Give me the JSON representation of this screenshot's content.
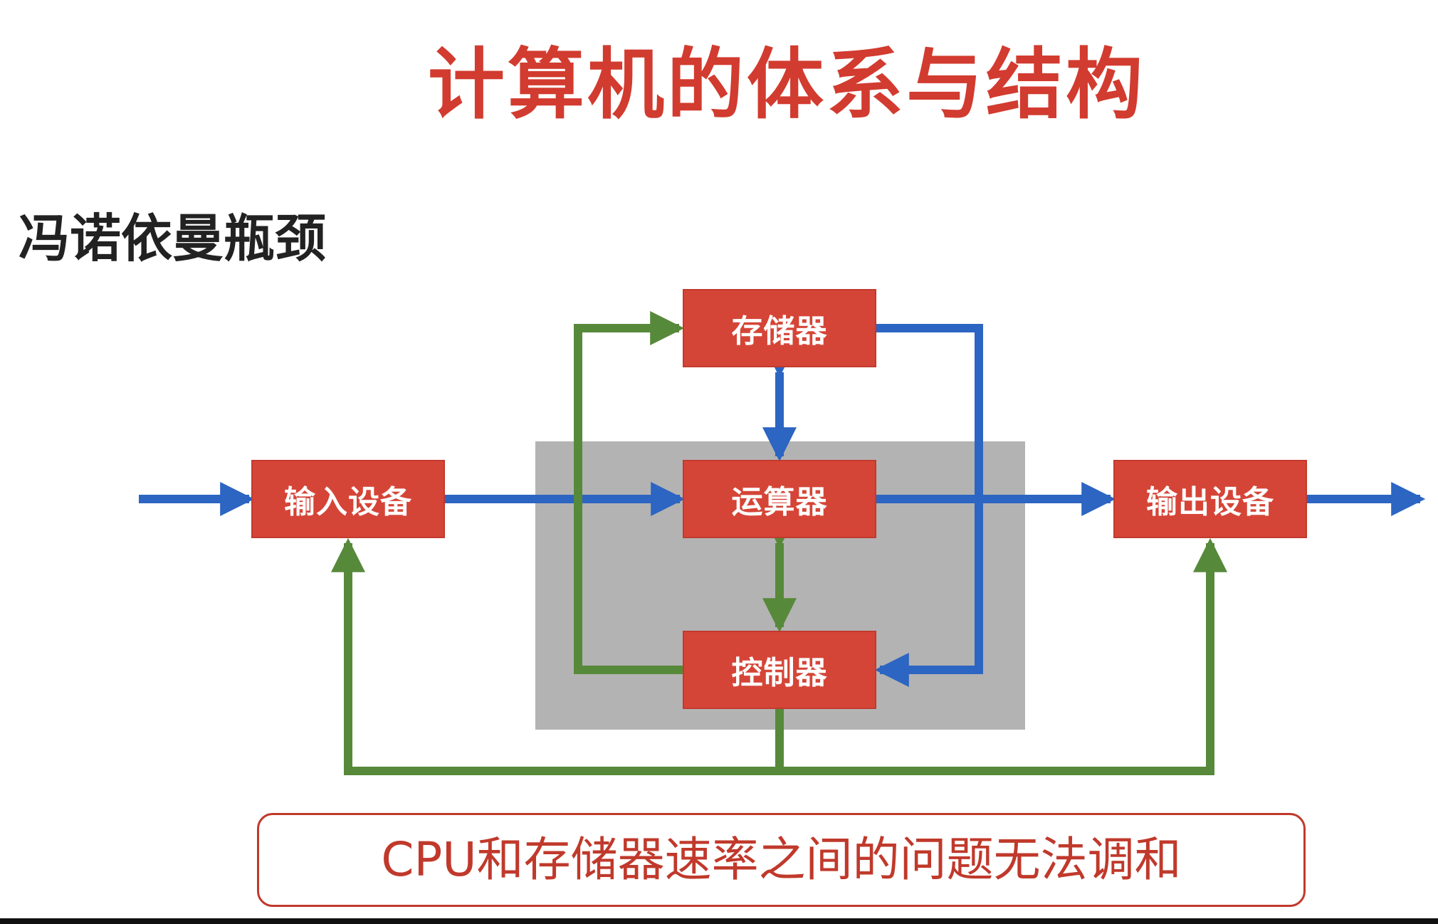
{
  "title": "计算机的体系与结构",
  "subtitle": "冯诺依曼瓶颈",
  "boxes": {
    "memory": "存储器",
    "alu": "运算器",
    "controller": "控制器",
    "input": "输入设备",
    "output": "输出设备"
  },
  "note": "CPU和存储器速率之间的问题无法调和",
  "colors": {
    "title_red": "#d23b2f",
    "box_red": "#d54537",
    "data_flow_blue": "#2c65c2",
    "control_flow_green": "#57893a",
    "cpu_region_gray": "#b3b3b3"
  }
}
